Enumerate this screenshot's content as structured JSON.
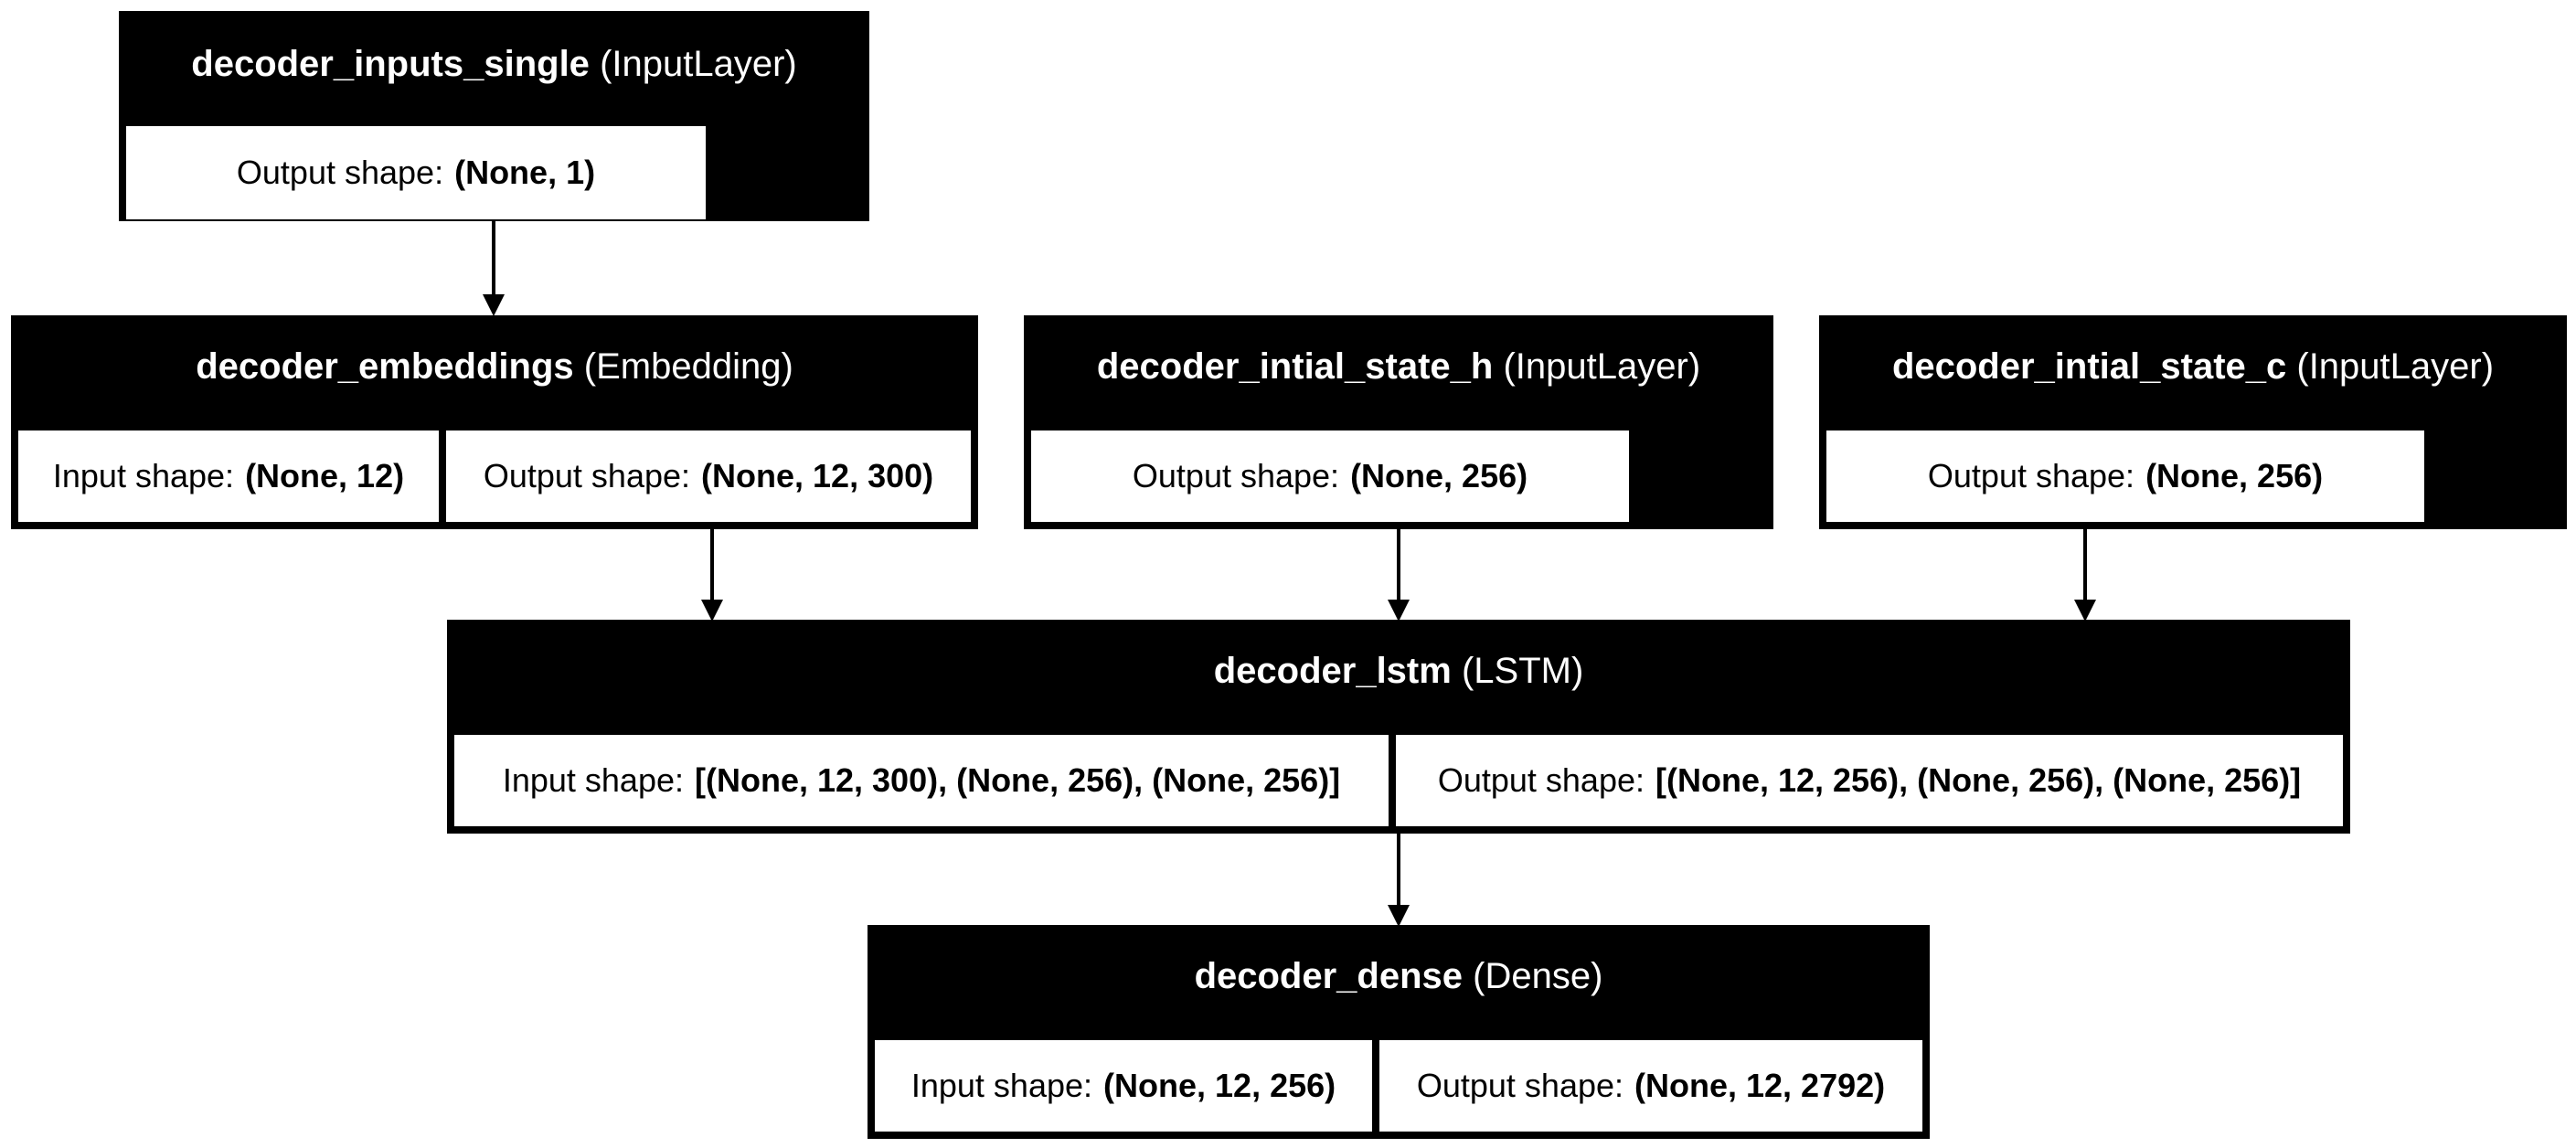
{
  "nodes": [
    {
      "id": "decoder_inputs_single",
      "name": "decoder_inputs_single",
      "type": "(InputLayer)",
      "output_label": "Output shape:",
      "output_shape": "(None, 1)"
    },
    {
      "id": "decoder_embeddings",
      "name": "decoder_embeddings",
      "type": "(Embedding)",
      "input_label": "Input shape:",
      "input_shape": "(None, 12)",
      "output_label": "Output shape:",
      "output_shape": "(None, 12, 300)"
    },
    {
      "id": "decoder_intial_state_h",
      "name": "decoder_intial_state_h",
      "type": "(InputLayer)",
      "output_label": "Output shape:",
      "output_shape": "(None, 256)"
    },
    {
      "id": "decoder_intial_state_c",
      "name": "decoder_intial_state_c",
      "type": "(InputLayer)",
      "output_label": "Output shape:",
      "output_shape": "(None, 256)"
    },
    {
      "id": "decoder_lstm",
      "name": "decoder_lstm",
      "type": "(LSTM)",
      "input_label": "Input shape:",
      "input_shape": "[(None, 12, 300), (None, 256), (None, 256)]",
      "output_label": "Output shape:",
      "output_shape": "[(None, 12, 256), (None, 256), (None, 256)]"
    },
    {
      "id": "decoder_dense",
      "name": "decoder_dense",
      "type": "(Dense)",
      "input_label": "Input shape:",
      "input_shape": "(None, 12, 256)",
      "output_label": "Output shape:",
      "output_shape": "(None, 12, 2792)"
    }
  ],
  "edges": [
    {
      "from": "decoder_inputs_single",
      "to": "decoder_embeddings"
    },
    {
      "from": "decoder_embeddings",
      "to": "decoder_lstm"
    },
    {
      "from": "decoder_intial_state_h",
      "to": "decoder_lstm"
    },
    {
      "from": "decoder_intial_state_c",
      "to": "decoder_lstm"
    },
    {
      "from": "decoder_lstm",
      "to": "decoder_dense"
    }
  ]
}
